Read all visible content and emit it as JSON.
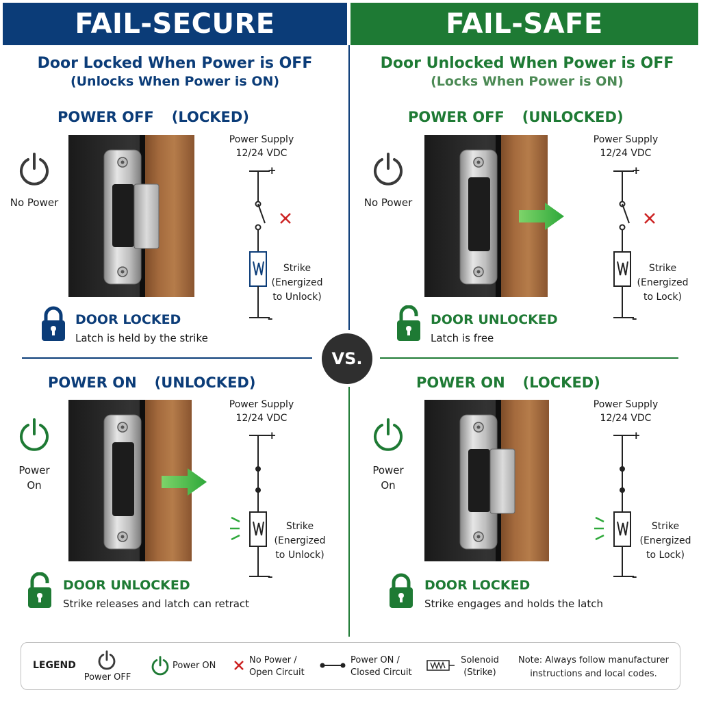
{
  "colors": {
    "blue": "#0b3c78",
    "green": "#1e7a34",
    "red": "#cc2222",
    "dark": "#3a3a3a"
  },
  "left": {
    "banner": "FAIL-SECURE",
    "subtitle": "Door Locked When Power is OFF",
    "subtitle2": "(Unlocks When Power is ON)",
    "off": {
      "state": "POWER OFF",
      "state_paren": "(LOCKED)",
      "power_label": "No Power",
      "ps_line1": "Power Supply",
      "ps_line2": "12/24 VDC",
      "plus": "+",
      "minus": "–",
      "strike_line1": "Strike",
      "strike_line2": "(Energized",
      "strike_line3": "to Unlock)",
      "door_status": "DOOR LOCKED",
      "door_desc": "Latch is held by the strike",
      "lock_icon": "padlock-closed-icon"
    },
    "on": {
      "state": "POWER ON",
      "state_paren": "(UNLOCKED)",
      "power_label_1": "Power",
      "power_label_2": "On",
      "ps_line1": "Power Supply",
      "ps_line2": "12/24 VDC",
      "plus": "+",
      "minus": "–",
      "strike_line1": "Strike",
      "strike_line2": "(Energized",
      "strike_line3": "to Unlock)",
      "door_status": "DOOR UNLOCKED",
      "door_desc": "Strike releases and latch can retract",
      "lock_icon": "padlock-open-icon"
    }
  },
  "right": {
    "banner": "FAIL-SAFE",
    "subtitle": "Door Unlocked When Power is OFF",
    "subtitle2": "(Locks When Power is ON)",
    "off": {
      "state": "POWER OFF",
      "state_paren": "(UNLOCKED)",
      "power_label": "No Power",
      "ps_line1": "Power Supply",
      "ps_line2": "12/24 VDC",
      "plus": "+",
      "minus": "–",
      "strike_line1": "Strike",
      "strike_line2": "(Energized",
      "strike_line3": "to Lock)",
      "door_status": "DOOR UNLOCKED",
      "door_desc": "Latch is free",
      "lock_icon": "padlock-open-icon"
    },
    "on": {
      "state": "POWER ON",
      "state_paren": "(LOCKED)",
      "power_label_1": "Power",
      "power_label_2": "On",
      "ps_line1": "Power Supply",
      "ps_line2": "12/24 VDC",
      "plus": "+",
      "minus": "–",
      "strike_line1": "Strike",
      "strike_line2": "(Energized",
      "strike_line3": "to Lock)",
      "door_status": "DOOR LOCKED",
      "door_desc": "Strike engages and holds the latch",
      "lock_icon": "padlock-closed-icon"
    }
  },
  "vs": "VS.",
  "legend": {
    "title": "LEGEND",
    "power_off": "Power OFF",
    "power_on": "Power ON",
    "no_power_1": "No Power /",
    "no_power_2": "Open Circuit",
    "power_on_closed_1": "Power ON /",
    "power_on_closed_2": "Closed Circuit",
    "solenoid_1": "Solenoid",
    "solenoid_2": "(Strike)",
    "note_1": "Note: Always follow manufacturer",
    "note_2": "instructions and local codes."
  }
}
